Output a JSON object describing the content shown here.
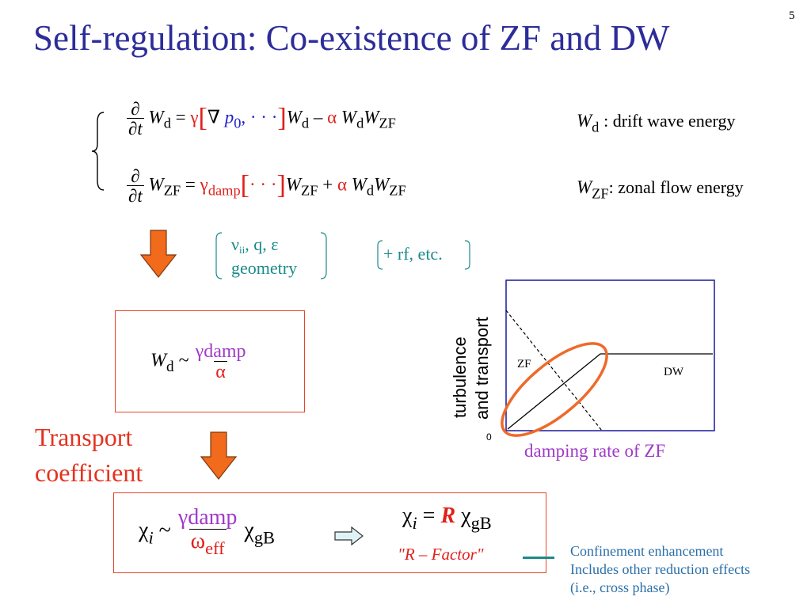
{
  "slide": {
    "title": "Self-regulation: Co-existence of ZF and DW",
    "page_number": "5"
  },
  "equations": {
    "eq1": {
      "partial": "∂",
      "dt": "∂t",
      "lhs": "W",
      "lhs_sub": "d",
      "equals": "=",
      "gamma": "γ",
      "grad": "∇",
      "p": "p",
      "p_sub": "0",
      "dots": ",  · · ·",
      "w": "W",
      "w_sub": "d",
      "minus": "–",
      "alpha": "α",
      "w2": "W",
      "w2_sub": "d",
      "w3": "W",
      "w3_sub": "ZF"
    },
    "eq2": {
      "partial": "∂",
      "dt": "∂t",
      "lhs": "W",
      "lhs_sub": "ZF",
      "equals": "=",
      "gamma": "γ",
      "gamma_sub": "damp",
      "dots": "· · ·",
      "w": "W",
      "w_sub": "ZF",
      "plus": "+",
      "alpha": "α",
      "w2": "W",
      "w2_sub": "d",
      "w3": "W",
      "w3_sub": "ZF"
    },
    "def1": {
      "sym": "W",
      "sub": "d",
      "desc": ": drift wave energy"
    },
    "def2": {
      "sym": "W",
      "sub": "ZF",
      "desc": ": zonal flow energy"
    }
  },
  "params": {
    "nu": "ν",
    "nu_sub": "ii",
    "rest": ", q, ε",
    "geometry": "geometry",
    "rf": "+ rf, etc."
  },
  "wd_box": {
    "w": "W",
    "w_sub": "d",
    "sim": "~",
    "num_gamma": "γ",
    "num_sub": "damp",
    "den": "α"
  },
  "transport": {
    "line1": "Transport",
    "line2": "coefficient"
  },
  "chi_box": {
    "chi": "χ",
    "chi_sub": "i",
    "sim": "~",
    "num_gamma": "γ",
    "num_sub": "damp",
    "den_omega": "ω",
    "den_sub": "eff",
    "chi2": "χ",
    "chi2_sub": "gB"
  },
  "chi_rhs": {
    "chi": "χ",
    "chi_sub": "i",
    "equals": "=",
    "R": "R",
    "chi2": "χ",
    "chi2_sub": "gB",
    "factor_label": "\"R – Factor\""
  },
  "confinement": {
    "line1": "Confinement enhancement",
    "line2": "Includes other reduction effects",
    "line3": "(i.e., cross phase)"
  },
  "graph": {
    "ylabel_line1": "turbulence",
    "ylabel_line2": "and transport",
    "xlabel": "damping rate of ZF",
    "origin": "0",
    "zf_label": "ZF",
    "dw_label": "DW"
  },
  "colors": {
    "title": "#2c2c9a",
    "red": "#e0201b",
    "arrow_fill": "#f26a1b",
    "ellipse": "#ee6a2a",
    "graph_border": "#1a1a9a"
  }
}
